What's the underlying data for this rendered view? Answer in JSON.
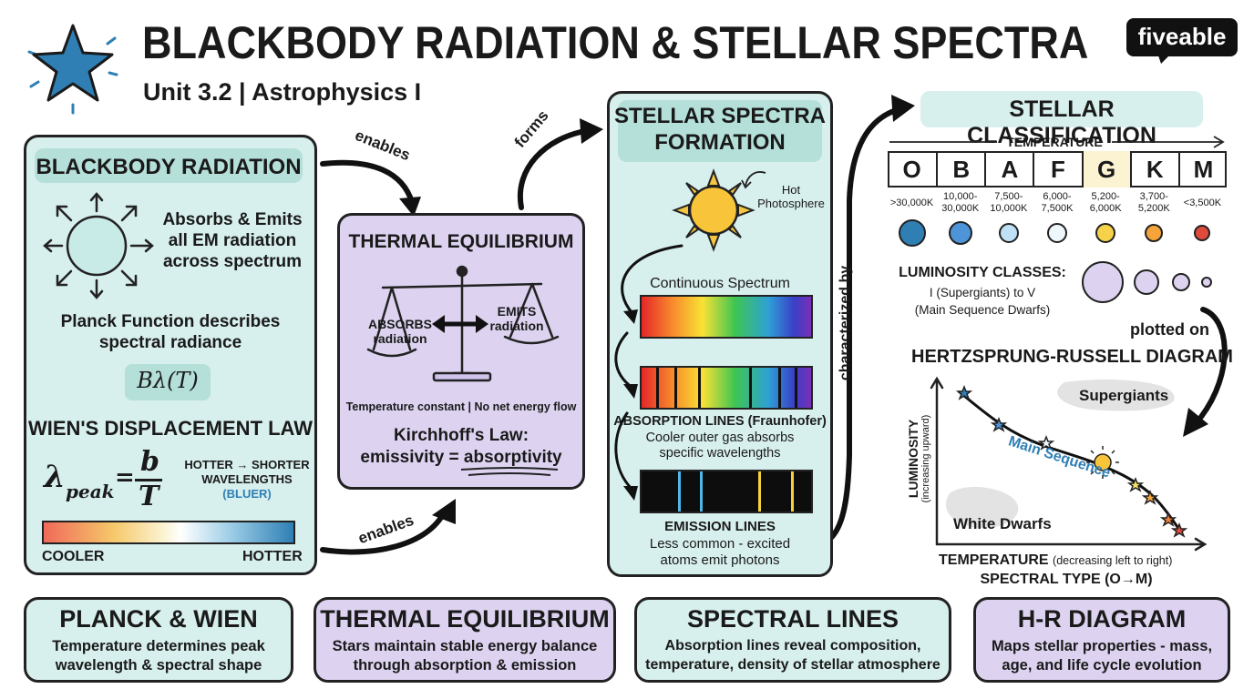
{
  "header": {
    "title": "BLACKBODY RADIATION & STELLAR SPECTRA",
    "subtitle": "Unit 3.2 | Astrophysics I",
    "brand": "fiveable",
    "colors": {
      "star": "#2f7fb5",
      "mint": "#d7efed",
      "lavender": "#ddd3f1"
    }
  },
  "blackbody": {
    "heading": "BLACKBODY RADIATION",
    "absorbs_text": [
      "Absorbs & Emits",
      "all EM radiation",
      "across spectrum"
    ],
    "planck_text": [
      "Planck Function describes",
      "spectral radiance"
    ],
    "planck_formula": "Bλ(T)",
    "wien_heading": "WIEN'S DISPLACEMENT LAW",
    "wien_lhs": "λ",
    "wien_sub": "peak",
    "wien_num": "b",
    "wien_den": "T",
    "hotter_text": [
      "HOTTER → SHORTER",
      "WAVELENGTHS"
    ],
    "bluer": "(BLUER)",
    "cooler_label": "COOLER",
    "hotter_label": "HOTTER"
  },
  "connectors": {
    "enables_top": "enables",
    "enables_bottom": "enables",
    "forms": "forms",
    "characterized_by": "characterized by",
    "plotted_on": "plotted on"
  },
  "thermal": {
    "heading": "THERMAL EQUILIBRIUM",
    "absorbs": [
      "ABSORBS",
      "radiation"
    ],
    "emits": [
      "EMITS",
      "radiation"
    ],
    "constant": "Temperature constant | No net energy flow",
    "kirchhoff": "Kirchhoff's Law:",
    "kirchhoff_eq": "emissivity = absorptivity"
  },
  "spectra": {
    "heading": [
      "STELLAR SPECTRA",
      "FORMATION"
    ],
    "photosphere": [
      "Hot",
      "Photosphere"
    ],
    "continuous": "Continuous Spectrum",
    "absorption": [
      "ABSORPTION LINES (Fraunhofer)",
      "Cooler outer gas absorbs",
      "specific wavelengths"
    ],
    "emission": [
      "EMISSION LINES",
      "Less common - excited",
      "atoms emit photons"
    ]
  },
  "classification": {
    "heading": "STELLAR CLASSIFICATION",
    "temp_label": "TEMPERATURE",
    "classes": [
      {
        "letter": "O",
        "temp": [
          ">30,000K"
        ],
        "color": "#2f7fb5"
      },
      {
        "letter": "B",
        "temp": [
          "10,000-",
          "30,000K"
        ],
        "color": "#4d94d8"
      },
      {
        "letter": "A",
        "temp": [
          "7,500-",
          "10,000K"
        ],
        "color": "#bfe0f5"
      },
      {
        "letter": "F",
        "temp": [
          "6,000-",
          "7,500K"
        ],
        "color": "#eef7fb"
      },
      {
        "letter": "G",
        "temp": [
          "5,200-",
          "6,000K"
        ],
        "color": "#f6d24a"
      },
      {
        "letter": "K",
        "temp": [
          "3,700-",
          "5,200K"
        ],
        "color": "#f4a43a"
      },
      {
        "letter": "M",
        "temp": [
          "<3,500K"
        ],
        "color": "#e04a3c"
      }
    ],
    "luminosity_heading": "LUMINOSITY CLASSES:",
    "luminosity_lines": [
      "I (Supergiants) to V",
      "(Main Sequence Dwarfs)"
    ],
    "hr_heading": "HERTZSPRUNG-RUSSELL DIAGRAM",
    "supergiants": "Supergiants",
    "main_sequence": "Main Sequence",
    "white_dwarfs": "White Dwarfs",
    "y_axis": "LUMINOSITY",
    "y_axis_sub": "(increasing upward)",
    "x_axis": "TEMPERATURE",
    "x_axis_sub": "(decreasing left to right)",
    "spectral_type": "SPECTRAL TYPE (O→M)"
  },
  "footer": [
    {
      "title": "PLANCK & WIEN",
      "lines": [
        "Temperature determines peak",
        "wavelength & spectral shape"
      ]
    },
    {
      "title": "THERMAL EQUILIBRIUM",
      "lines": [
        "Stars maintain stable energy balance",
        "through absorption & emission"
      ]
    },
    {
      "title": "SPECTRAL LINES",
      "lines": [
        "Absorption lines reveal composition,",
        "temperature, density of stellar atmosphere"
      ]
    },
    {
      "title": "H-R DIAGRAM",
      "lines": [
        "Maps stellar properties - mass,",
        "age, and life cycle evolution"
      ]
    }
  ]
}
